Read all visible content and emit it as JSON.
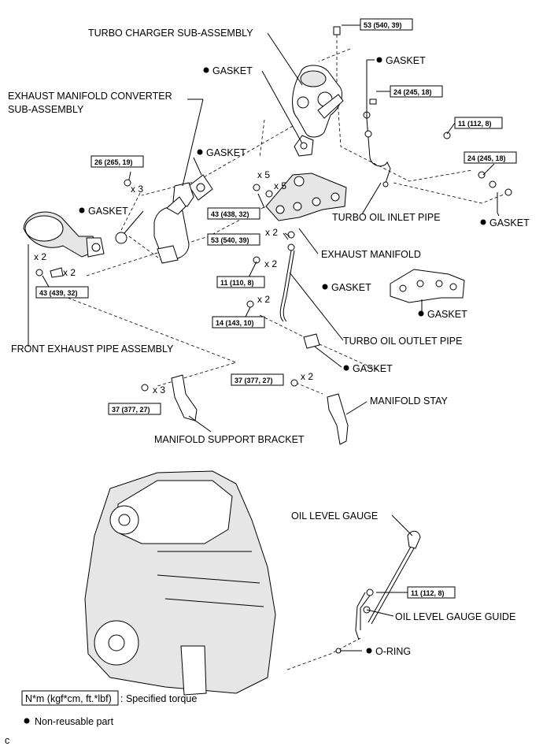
{
  "labels": {
    "turbo_charger": "TURBO CHARGER SUB-ASSEMBLY",
    "gasket_turbo": "GASKET",
    "exhaust_manifold_converter": "EXHAUST MANIFOLD CONVERTER",
    "sub_assembly": "SUB-ASSEMBLY",
    "gasket_converter": "GASKET",
    "gasket_front_pipe": "GASKET",
    "gasket_oil_inlet_top": "GASKET",
    "turbo_oil_inlet_pipe": "TURBO OIL INLET PIPE",
    "gasket_oil_inlet_bottom": "GASKET",
    "exhaust_manifold": "EXHAUST MANIFOLD",
    "gasket_manifold_left": "GASKET",
    "gasket_manifold_right": "GASKET",
    "turbo_oil_outlet_pipe": "TURBO OIL OUTLET PIPE",
    "gasket_oil_outlet": "GASKET",
    "manifold_stay": "MANIFOLD STAY",
    "front_exhaust_pipe": "FRONT EXHAUST PIPE ASSEMBLY",
    "manifold_support_bracket": "MANIFOLD SUPPORT BRACKET",
    "oil_level_gauge": "OIL LEVEL GAUGE",
    "oil_level_gauge_guide": "OIL LEVEL GAUGE GUIDE",
    "o_ring": "O-RING"
  },
  "torques": {
    "t_53_top": "53 (540, 39)",
    "t_24_top": "24 (245, 18)",
    "t_11_right": "11 (112, 8)",
    "t_24_right": "24 (245, 18)",
    "t_26": "26 (265, 19)",
    "t_43_mid": "43 (438, 32)",
    "t_53_mid": "53 (540, 39)",
    "t_11_mid": "11 (110, 8)",
    "t_14": "14 (143, 10)",
    "t_43_left": "43 (439, 32)",
    "t_37_mid": "37 (377, 27)",
    "t_37_left": "37 (377, 27)",
    "t_11_gauge": "11 (112, 8)"
  },
  "quantities": {
    "q_x3_26": "x 3",
    "q_x5_a": "x 5",
    "q_x5_b": "x 5",
    "q_x2_53": "x 2",
    "q_x2_11": "x 2",
    "q_x2_14": "x 2",
    "q_x2_left_a": "x 2",
    "q_x2_left_b": "x 2",
    "q_x3_37": "x 3",
    "q_x2_37": "x 2"
  },
  "legend": {
    "torque_unit": "N*m (kgf*cm, ft.*lbf)",
    "torque_desc": ": Specified torque",
    "nonreusable": "Non-reusable part"
  },
  "corner_code": "c"
}
